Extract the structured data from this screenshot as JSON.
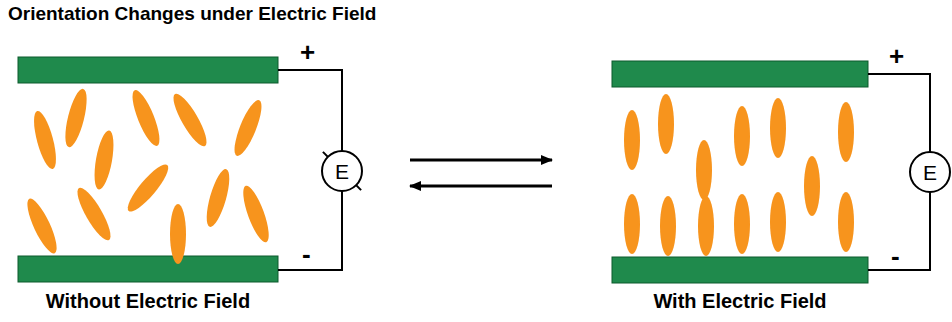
{
  "diagram": {
    "title": "Orientation Changes under Electric Field",
    "nodes": [
      {
        "text": [
          "E"
        ]
      },
      {
        "text": [
          "E"
        ]
      }
    ],
    "labels": [
      "+",
      "-",
      "+",
      "-",
      "Without Electric Field",
      "With Electric Field"
    ]
  }
}
